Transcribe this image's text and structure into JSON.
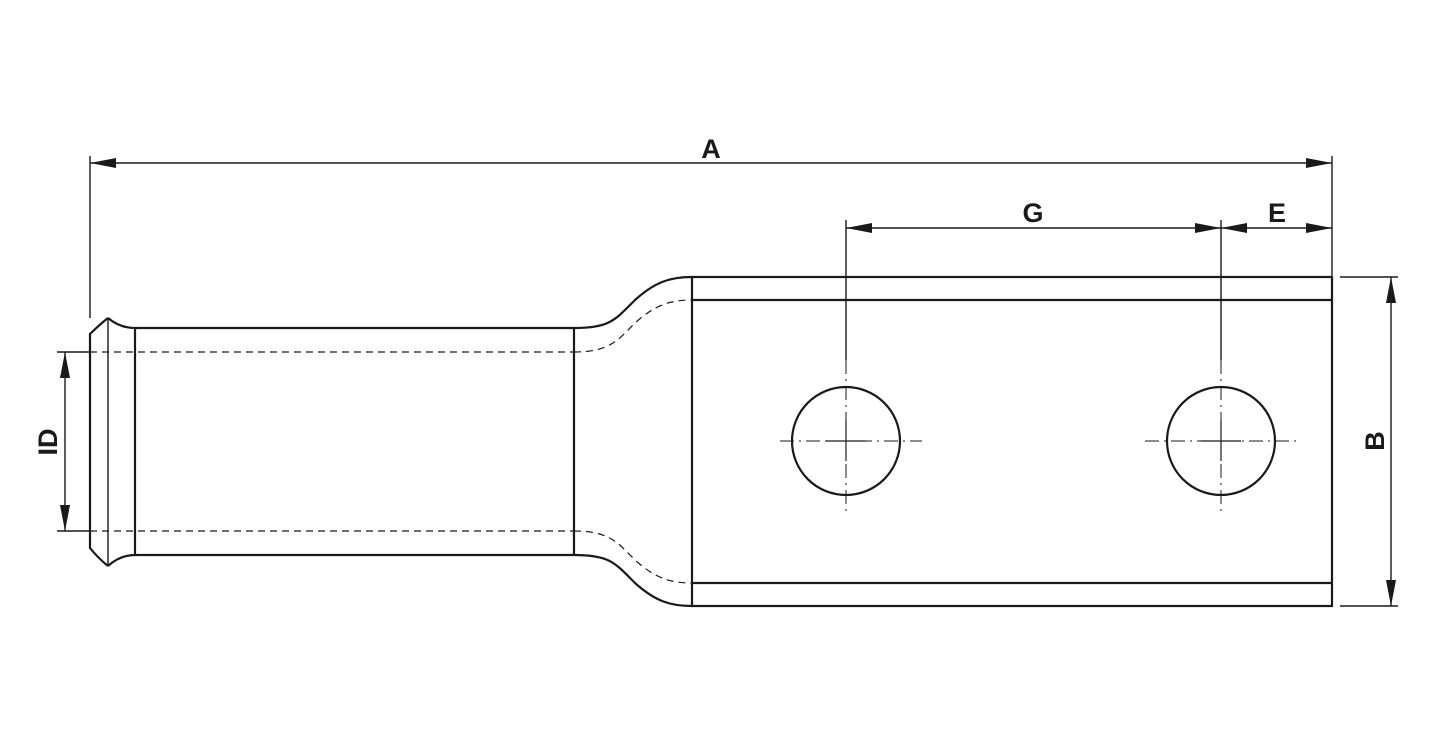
{
  "drawing": {
    "dimensions": {
      "A": "A",
      "G": "G",
      "E": "E",
      "B": "B",
      "ID": "ID"
    },
    "colors": {
      "line": "#1a1a1a",
      "background": "#ffffff"
    }
  }
}
